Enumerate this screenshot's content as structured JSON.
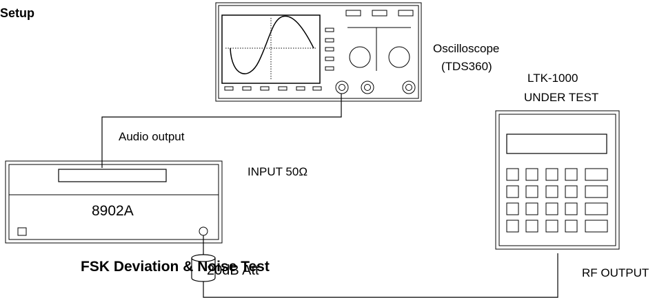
{
  "header": {
    "title": "Setup"
  },
  "oscilloscope": {
    "label_line1": "Oscilloscope",
    "label_line2": "(TDS360)"
  },
  "dut": {
    "label_line1": "LTK-1000",
    "label_line2": "UNDER TEST"
  },
  "connections": {
    "audio_output": "Audio output",
    "input": "INPUT 50Ω",
    "rf_output": "RF OUTPUT",
    "attenuator": "20dB Att"
  },
  "analyzer": {
    "model": "8902A"
  },
  "caption": {
    "title": "FSK Deviation & Noise Test"
  }
}
